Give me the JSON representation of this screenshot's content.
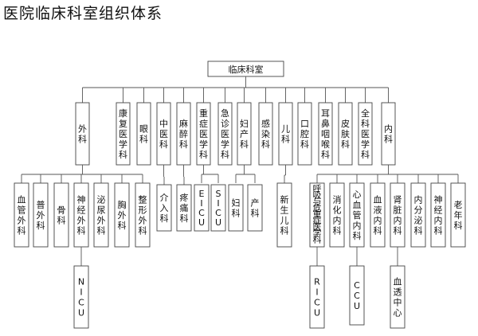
{
  "title": "医院临床科室组织体系",
  "root": {
    "label": "临床科室"
  },
  "departments": [
    {
      "label": "外科",
      "children": [
        {
          "label": "血管外科"
        },
        {
          "label": "普外科"
        },
        {
          "label": "骨科"
        },
        {
          "label": "神经外科",
          "children": [
            {
              "label": "NICU"
            }
          ]
        },
        {
          "label": "泌尿外科"
        },
        {
          "label": "胸外科"
        },
        {
          "label": "整形外科"
        }
      ]
    },
    {
      "label": "康复医学科"
    },
    {
      "label": "眼科"
    },
    {
      "label": "中医科",
      "children": [
        {
          "label": "介入科"
        }
      ]
    },
    {
      "label": "麻醉科",
      "children": [
        {
          "label": "疼痛科"
        }
      ]
    },
    {
      "label": "重症医学科",
      "children": [
        {
          "label": "EICU"
        },
        {
          "label": "SICU"
        }
      ]
    },
    {
      "label": "急诊医学科"
    },
    {
      "label": "妇产科",
      "children": [
        {
          "label": "妇科"
        },
        {
          "label": "产科"
        }
      ]
    },
    {
      "label": "感染科"
    },
    {
      "label": "儿科",
      "children": [
        {
          "label": "新生儿科"
        }
      ]
    },
    {
      "label": "口腔科"
    },
    {
      "label": "耳鼻咽喉科"
    },
    {
      "label": "皮肤科"
    },
    {
      "label": "全科医学科"
    },
    {
      "label": "内科",
      "children": [
        {
          "label": "呼吸与危重症医学科",
          "children": [
            {
              "label": "RICU"
            }
          ]
        },
        {
          "label": "消化内科"
        },
        {
          "label": "心血管内科",
          "children": [
            {
              "label": "CCU"
            }
          ]
        },
        {
          "label": "血液内科"
        },
        {
          "label": "肾脏内科",
          "children": [
            {
              "label": "血透中心"
            }
          ]
        },
        {
          "label": "内分泌科"
        },
        {
          "label": "神经内科"
        },
        {
          "label": "老年科"
        }
      ]
    }
  ]
}
